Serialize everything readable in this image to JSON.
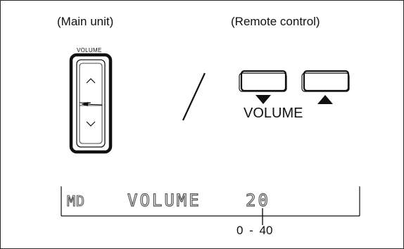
{
  "labels": {
    "main_unit": "(Main unit)",
    "remote_control": "(Remote control)",
    "knob_label": "VOLUME",
    "remote_volume_label": "VOLUME",
    "range": "0 - 40"
  },
  "display": {
    "source": "MD",
    "text": "VOLUME",
    "level": "20"
  },
  "icons": [
    "volume-up-arrow-icon",
    "volume-down-arrow-icon",
    "triangle-down-icon",
    "triangle-up-icon"
  ],
  "colors": {
    "ink": "#111111",
    "frame": "#2a2a2a",
    "lcd": "#555555"
  }
}
